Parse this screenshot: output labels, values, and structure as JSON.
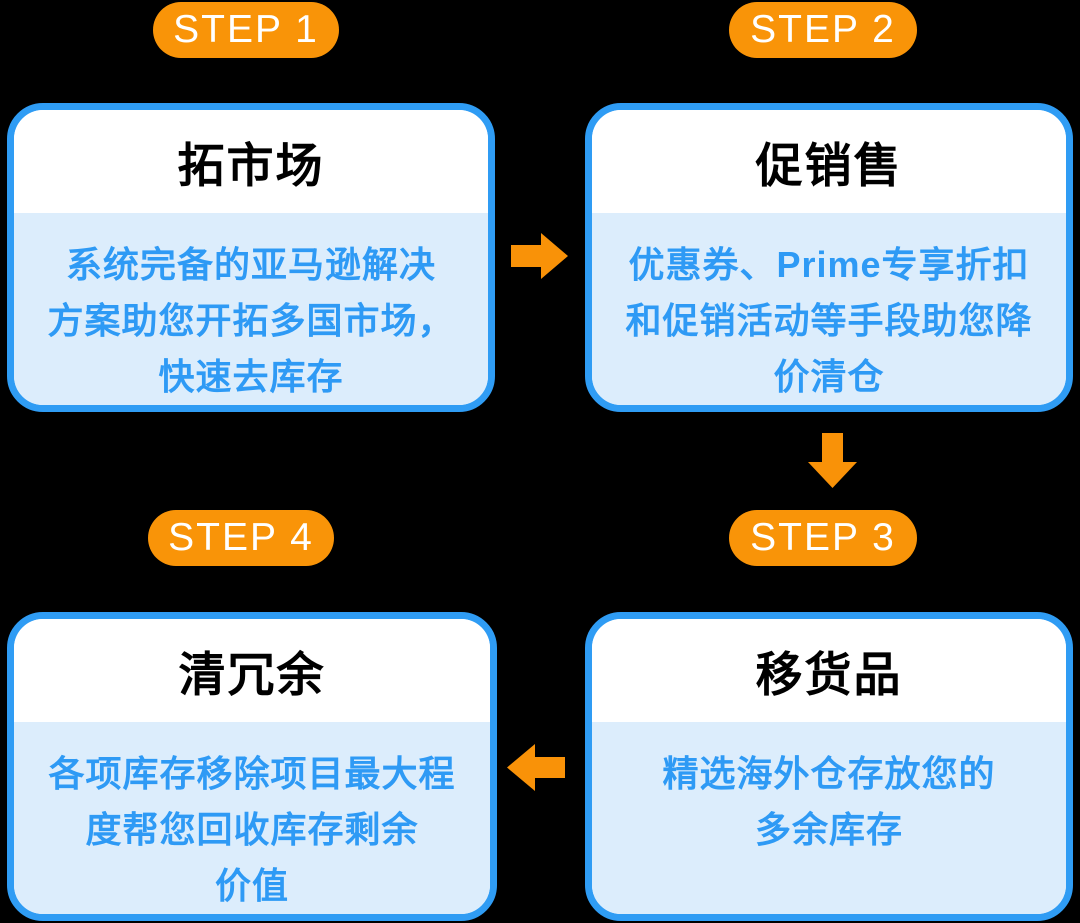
{
  "diagram": {
    "title_semantic": "4-step inventory clearance process flow",
    "steps": [
      {
        "badge": "STEP 1",
        "title": "拓市场",
        "description": "系统完备的亚马逊解决\n方案助您开拓多国市场，\n快速去库存"
      },
      {
        "badge": "STEP 2",
        "title": "促销售",
        "description": "优惠券、Prime专享折扣\n和促销活动等手段助您降\n价清仓"
      },
      {
        "badge": "STEP 3",
        "title": "移货品",
        "description": "精选海外仓存放您的\n多余库存"
      },
      {
        "badge": "STEP 4",
        "title": "清冗余",
        "description": "各项库存移除项目最大程\n度帮您回收库存剩余\n价值"
      }
    ],
    "arrows": [
      {
        "from": "STEP 1",
        "to": "STEP 2",
        "direction": "right"
      },
      {
        "from": "STEP 2",
        "to": "STEP 3",
        "direction": "down"
      },
      {
        "from": "STEP 3",
        "to": "STEP 4",
        "direction": "left"
      }
    ],
    "colors": {
      "background": "#000000",
      "pill_bg": "#F99408",
      "pill_text": "#FFFFFF",
      "card_border": "#2F9CF4",
      "card_header_bg": "#FFFFFF",
      "card_body_bg": "#DCEDFC",
      "title_text": "#000000",
      "description_text": "#2E9AF5",
      "arrow": "#F99208"
    }
  }
}
